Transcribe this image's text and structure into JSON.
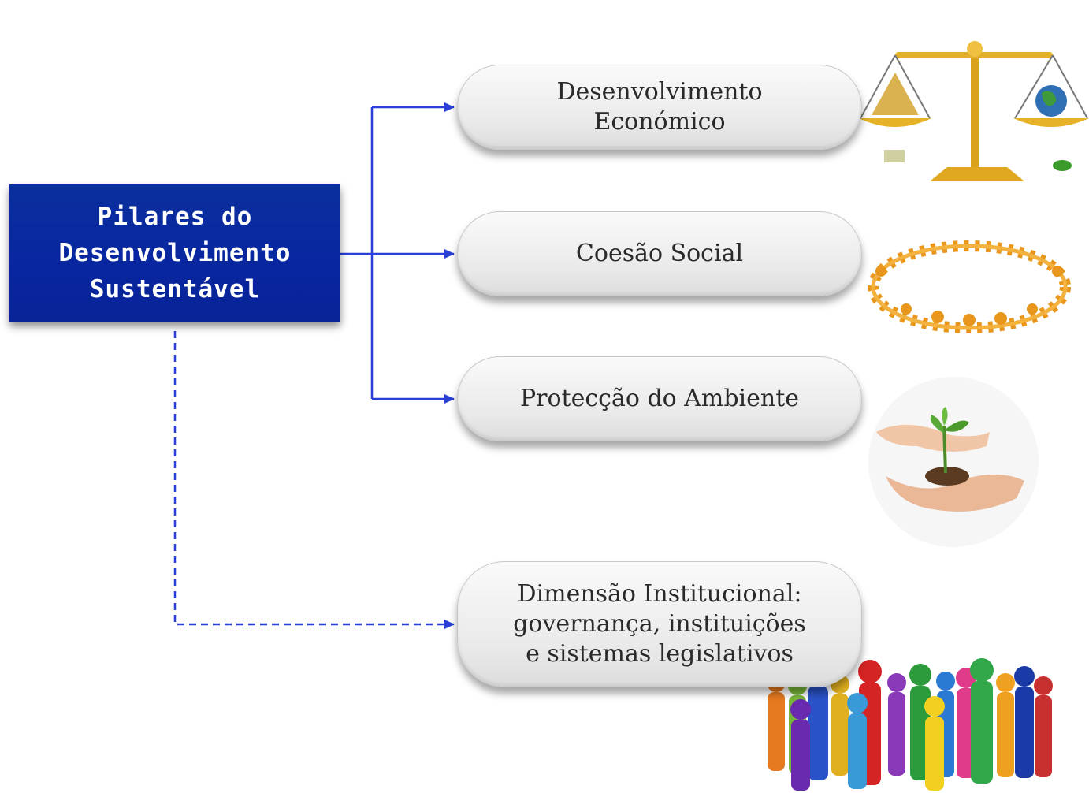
{
  "main": {
    "lines": [
      "Pilares do",
      "Desenvolvimento",
      "Sustentável"
    ]
  },
  "pillars": {
    "economic": {
      "lines": [
        "Desenvolvimento",
        "Económico"
      ],
      "picture": "balance-scale-icon"
    },
    "social": {
      "lines": [
        "Coesão Social"
      ],
      "picture": "people-circle-icon"
    },
    "environment": {
      "lines": [
        "Protecção do Ambiente"
      ],
      "picture": "hands-seedling-icon"
    },
    "institutional": {
      "lines": [
        "Dimensão Institucional:",
        "governança, instituições",
        "e sistemas legislativos"
      ],
      "picture": "crowd-people-icon"
    }
  },
  "colors": {
    "main_box": "#0a2f9e",
    "connector": "#2a3fd6",
    "pill_fill": "#ececec"
  }
}
